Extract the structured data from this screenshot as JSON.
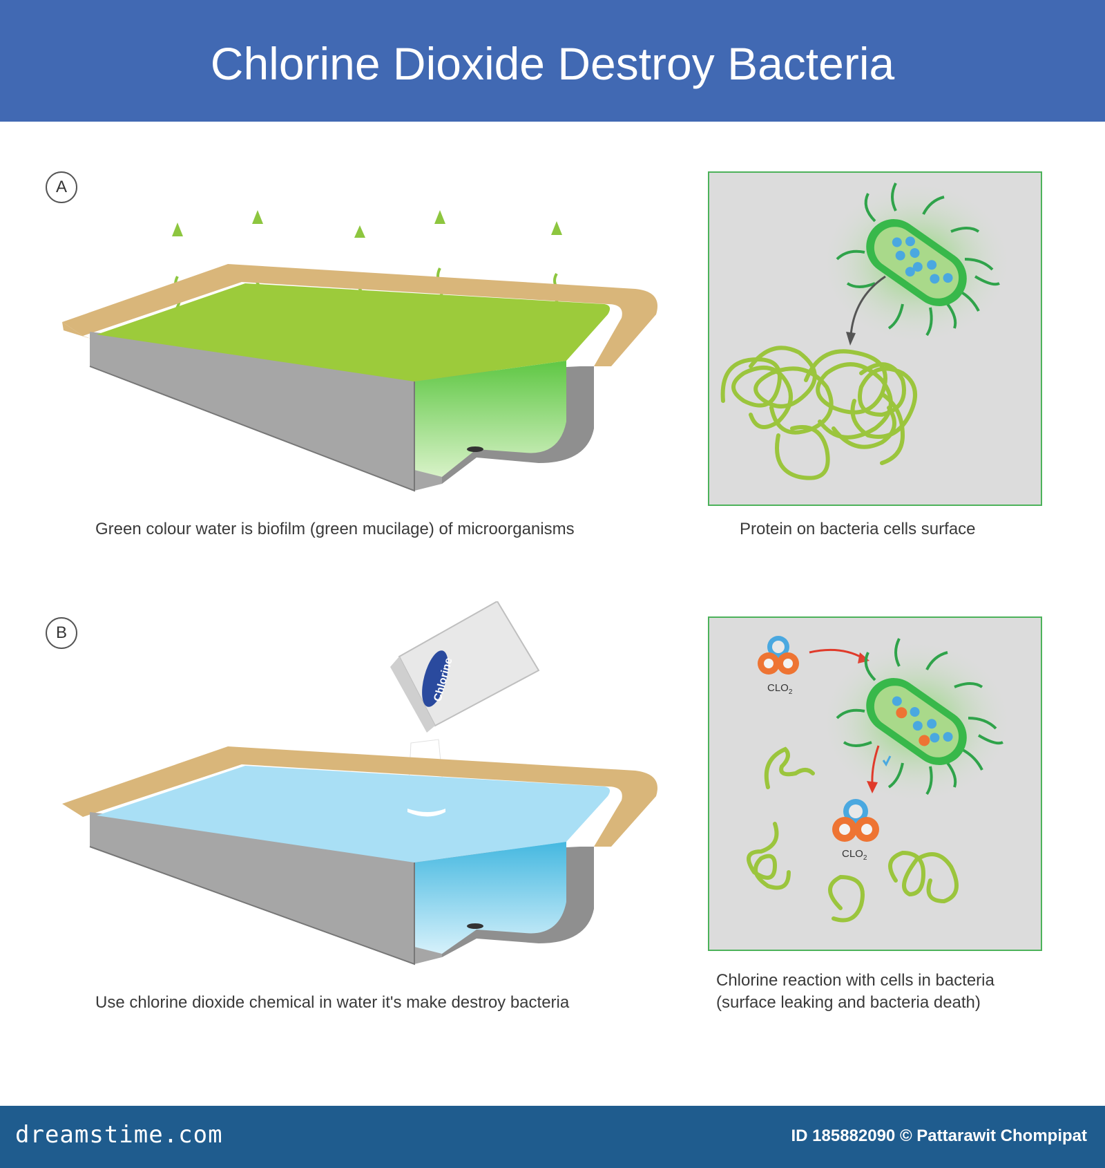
{
  "header": {
    "title": "Chlorine Dioxide Destroy Bacteria"
  },
  "section_a": {
    "label": "A",
    "pool_caption": "Green colour water is biofilm (green mucilage) of microorganisms",
    "panel_caption": "Protein on bacteria cells surface"
  },
  "section_b": {
    "label": "B",
    "bag_label": "Chlorine",
    "pool_caption": "Use chlorine dioxide chemical in water it's make destroy bacteria",
    "panel_caption_line1": "Chlorine reaction with cells in bacteria",
    "panel_caption_line2": "(surface leaking and bacteria death)",
    "molecule_label": "CLO",
    "molecule_subscript": "2"
  },
  "footer": {
    "brand": "dreamstime.com",
    "credit": "ID 185882090 © Pattarawit Chompipat"
  },
  "colors": {
    "header_bg": "#4169b3",
    "footer_bg": "#1f5c8e",
    "green_water": "#9ccb3b",
    "blue_water": "#a9dff5",
    "pool_rim": "#d9b67a",
    "pool_wall": "#a6a6a6",
    "panel_border": "#4cb25a",
    "panel_bg": "#dcdcdc"
  },
  "icons": [
    "steam-arrow-icon",
    "bacterium-icon",
    "protein-strand-icon",
    "clo2-molecule-icon",
    "chlorine-bag-icon"
  ]
}
